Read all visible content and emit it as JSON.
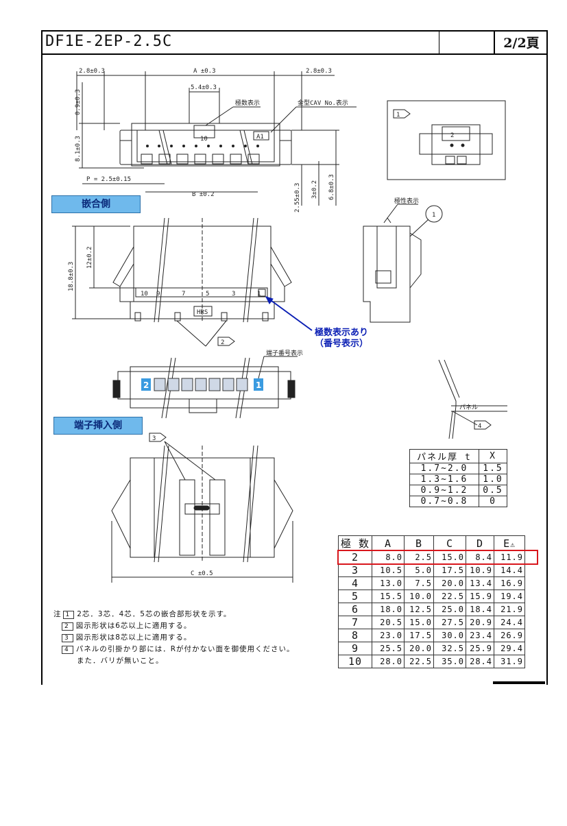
{
  "header": {
    "part_number": "DF1E-2EP-2.5C",
    "page": "2/2頁"
  },
  "dims": {
    "side_margin_left": "2.8±0.3",
    "a_dim": "A ±0.3",
    "side_margin_right": "2.8±0.3",
    "centre_width": "5.4±0.3",
    "pole_display": "極数表示",
    "mold_cav": "金型CAV No.表示",
    "h_0_9": "0.9±0.3",
    "h_8_1": "8.1±0.3",
    "pitch": "P = 2.5±0.15",
    "b_dim": "B ±0.2",
    "h_2_55": "2.55±0.3",
    "h_3": "3±0.2",
    "h_6_8": "6.8±0.3",
    "h_18_8": "18.8±0.3",
    "h_12": "12±0.2",
    "polarity_display": "極性表示",
    "terminal_no_display": "端子番号表示",
    "panel": "パネル",
    "c_dim": "C ±0.5",
    "pin_labels": [
      "10",
      "9",
      "7",
      "5",
      "3",
      "1"
    ],
    "pin_left": "2",
    "pin_right": "1",
    "callout_1": "1",
    "callout_2": "2",
    "callout_3": "3",
    "callout_4": "4",
    "logo": "HRS",
    "inset_pin": "2",
    "cavity_mark": "A1"
  },
  "sections": {
    "mating_side": "嵌合側",
    "terminal_insertion_side": "端子挿入側"
  },
  "annotation": {
    "line1": "極数表示あり",
    "line2": "（番号表示）"
  },
  "panel_table": {
    "header": [
      "パネル厚 t",
      "X"
    ],
    "rows": [
      [
        "1.7~2.0",
        "1.5"
      ],
      [
        "1.3~1.6",
        "1.0"
      ],
      [
        "0.9~1.2",
        "0.5"
      ],
      [
        "0.7~0.8",
        "0"
      ]
    ]
  },
  "pole_table": {
    "header": [
      "極 数",
      "A",
      "B",
      "C",
      "D",
      "E",
      "⚠"
    ],
    "rows": [
      [
        "2",
        "8.0",
        "2.5",
        "15.0",
        "8.4",
        "11.9"
      ],
      [
        "3",
        "10.5",
        "5.0",
        "17.5",
        "10.9",
        "14.4"
      ],
      [
        "4",
        "13.0",
        "7.5",
        "20.0",
        "13.4",
        "16.9"
      ],
      [
        "5",
        "15.5",
        "10.0",
        "22.5",
        "15.9",
        "19.4"
      ],
      [
        "6",
        "18.0",
        "12.5",
        "25.0",
        "18.4",
        "21.9"
      ],
      [
        "7",
        "20.5",
        "15.0",
        "27.5",
        "20.9",
        "24.4"
      ],
      [
        "8",
        "23.0",
        "17.5",
        "30.0",
        "23.4",
        "26.9"
      ],
      [
        "9",
        "25.5",
        "20.0",
        "32.5",
        "25.9",
        "29.4"
      ],
      [
        "10",
        "28.0",
        "22.5",
        "35.0",
        "28.4",
        "31.9"
      ]
    ],
    "highlight_color": "#d8151b"
  },
  "notes": {
    "prefix": "注",
    "items": [
      {
        "tag": "1",
        "text": "2芯．3芯．4芯．5芯の嵌合部形状を示す。"
      },
      {
        "tag": "2",
        "text": "図示形状は6芯以上に適用する。"
      },
      {
        "tag": "3",
        "text": "図示形状は8芯以上に適用する。"
      },
      {
        "tag": "4",
        "text": "パネルの引掛かり部には．Rが付かない面を御使用ください。"
      }
    ],
    "continuation": "また．バリが無いこと。"
  },
  "colors": {
    "section_bg": "#6fb9ec",
    "annotation": "#0b1fb4"
  }
}
